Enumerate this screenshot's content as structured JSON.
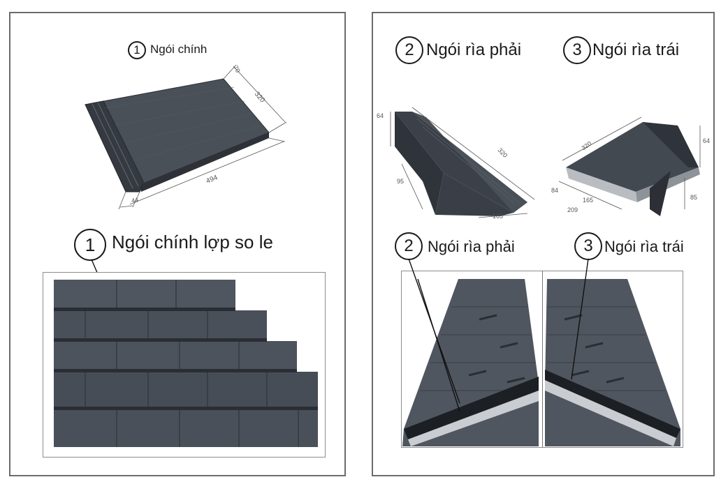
{
  "left_panel": {
    "top_label": {
      "number": "1",
      "text": "Ngói chính"
    },
    "main_tile_dims": {
      "d1": "70",
      "d2": "320",
      "d3": "494",
      "d4": "44"
    },
    "bottom_label": {
      "number": "1",
      "text": "Ngói chính lợp so le"
    }
  },
  "right_panel": {
    "label_right_edge": {
      "number": "2",
      "text": "Ngói rìa phải"
    },
    "label_left_edge": {
      "number": "3",
      "text": "Ngói rìa trái"
    },
    "right_edge_dims": {
      "d1": "64",
      "d2": "320",
      "d3": "95",
      "d4": "165"
    },
    "left_edge_dims": {
      "d1": "320",
      "d2": "64",
      "d3": "84",
      "d4": "165",
      "d5": "209",
      "d6": "85"
    },
    "photo_label_right": {
      "number": "2",
      "text": "Ngói rìa phải"
    },
    "photo_label_left": {
      "number": "3",
      "text": "Ngói rìa trái"
    }
  },
  "colors": {
    "tile_dark": "#3a3f47",
    "tile_mid": "#4b515a",
    "frame": "#6b6b6b"
  }
}
